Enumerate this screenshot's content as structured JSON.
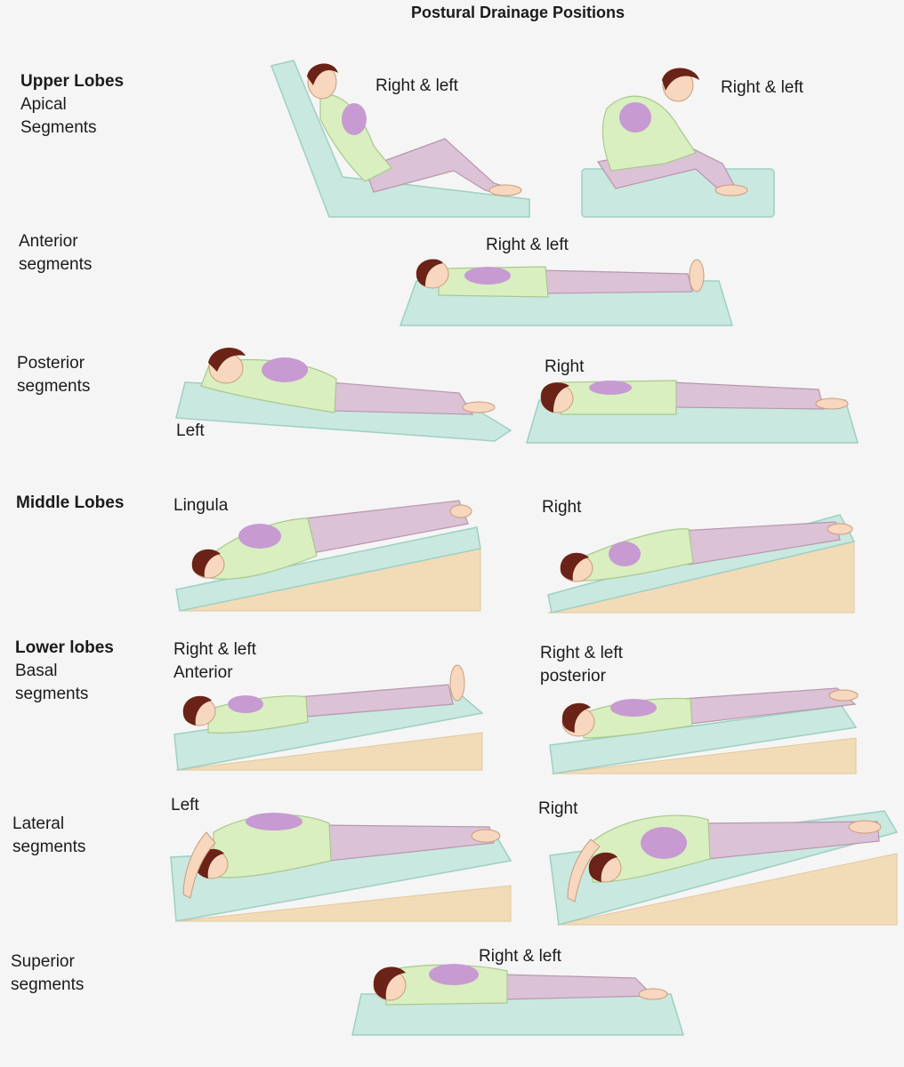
{
  "title": "Postural Drainage Positions",
  "sections": {
    "upper_lobes": {
      "heading": "Upper Lobes",
      "apical": "Apical\nSegments",
      "anterior": "Anterior\nsegments",
      "posterior": "Posterior\nsegments"
    },
    "middle_lobes": {
      "heading": "Middle Lobes"
    },
    "lower_lobes": {
      "heading": "Lower lobes",
      "basal": "Basal\nsegments",
      "lateral": "Lateral\nsegments",
      "superior": "Superior\nsegments"
    }
  },
  "positions": {
    "apical_1": "Right & left",
    "apical_2": "Right & left",
    "anterior": "Right & left",
    "posterior_left": "Left",
    "posterior_right": "Right",
    "lingula": "Lingula",
    "middle_right": "Right",
    "basal_anterior": "Right & left\nAnterior",
    "basal_posterior": "Right & left\nposterior",
    "lateral_left": "Left",
    "lateral_right": "Right",
    "superior": "Right & left"
  },
  "colors": {
    "mat": "#c9e8e0",
    "wedge": "#f2dcb8",
    "shirt": "#d9efc0",
    "pants": "#dcc2d6",
    "lung": "#c79ad2",
    "hair": "#6b2217"
  }
}
